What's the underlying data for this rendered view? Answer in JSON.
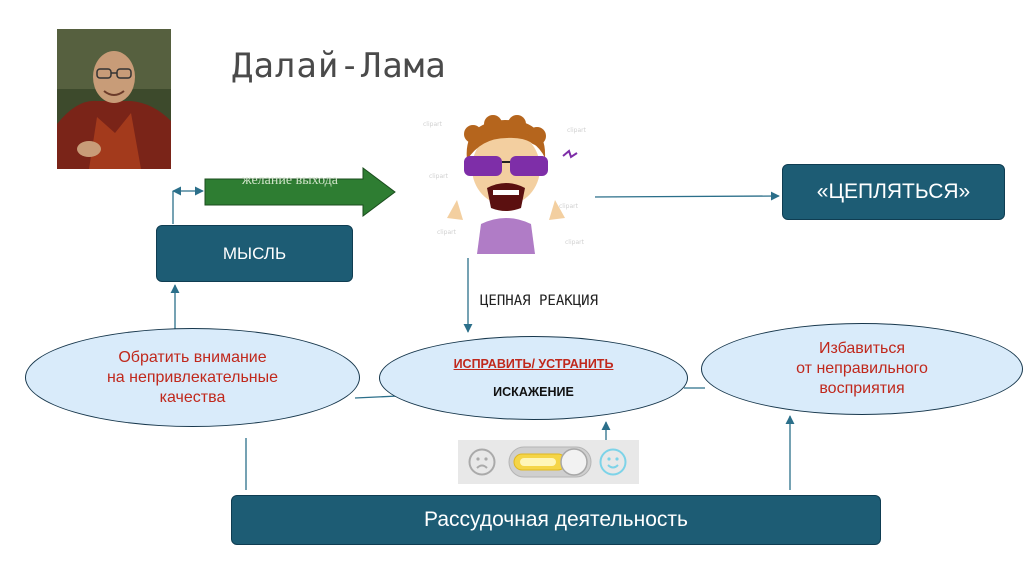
{
  "title": "Далай-Лама",
  "arrow_label": "желание выхода",
  "nodes": {
    "thought": "МЫСЛЬ",
    "cling": "«ЦЕПЛЯТЬСЯ»",
    "rational": "Рассудочная деятельность"
  },
  "chain_reaction": "ЦЕПНАЯ РЕАКЦИЯ",
  "ovals": {
    "attention": [
      "Обратить внимание",
      "на непривлекательные",
      "качества"
    ],
    "fix_label": "ИСПРАВИТЬ/ УСТРАНИТЬ",
    "distortion": "ИСКАЖЕНИЕ",
    "rid": [
      "Избавиться",
      "от неправильного",
      "восприятия"
    ]
  },
  "colors": {
    "box_fill": "#1d5c74",
    "oval_fill": "#d9ebfa",
    "red_text": "#c0281c",
    "arrow_green": "#2e7d32",
    "connector": "#2b6f8a"
  },
  "icons": [
    "monk-photo",
    "distressed-woman-cartoon",
    "sad-face-icon",
    "toggle-switch-icon",
    "happy-face-icon"
  ]
}
